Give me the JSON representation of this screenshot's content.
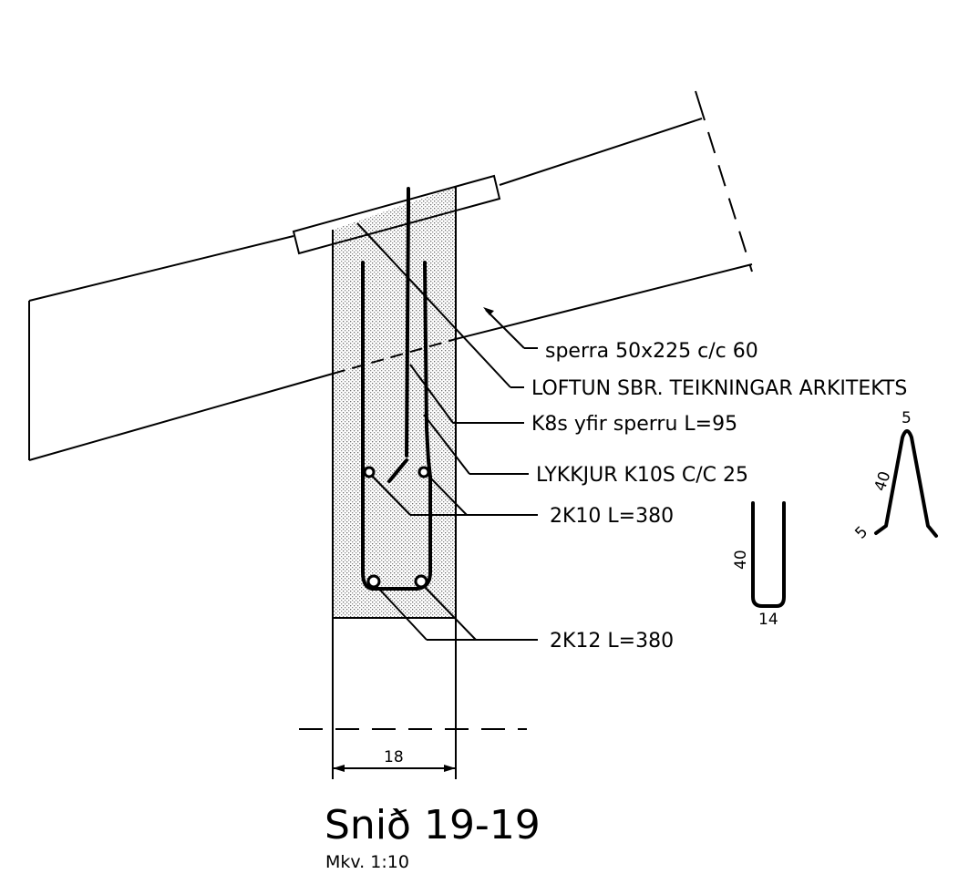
{
  "section_title": "Snið 19-19",
  "scale_text": "Mkv. 1:10",
  "callouts": {
    "rafter": "sperra 50x225 c/c 60",
    "ventilation": "LOFTUN SBR. TEIKNINGAR ARKITEKTS",
    "k8s": "K8s yfir sperru L=95",
    "stirrups": "LYKKJUR K10S C/C 25",
    "top_bars": "2K10 L=380",
    "bottom_bars": "2K12 L=380"
  },
  "dimensions": {
    "beam_width": "18",
    "u_bar_height": "40",
    "u_bar_width": "14",
    "v_bar_top": "5",
    "v_bar_side": "40",
    "v_bar_foot": "5"
  }
}
